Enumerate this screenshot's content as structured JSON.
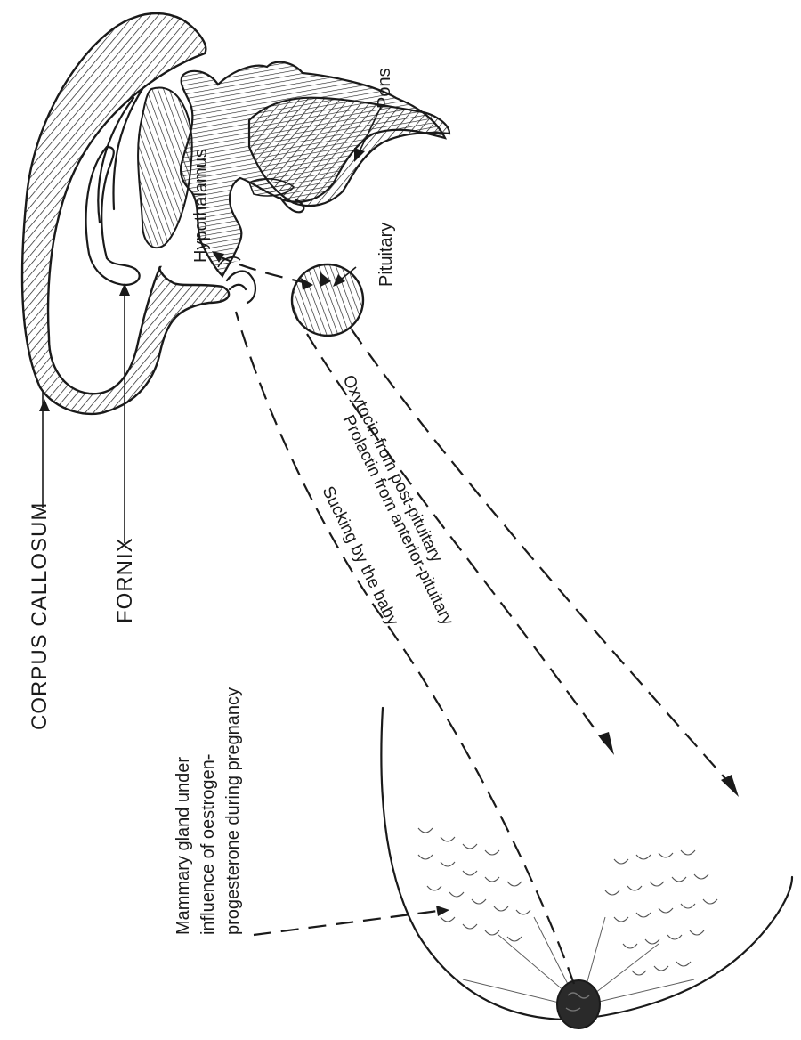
{
  "labels": {
    "corpus_callosum": "CORPUS CALLOSUM",
    "fornix": "FORNIX",
    "hypothalamus": "Hypothalamus",
    "pons": "Pons",
    "pituitary": "Pituitary",
    "oxytocin": "Oxytocin from post-pituitary",
    "prolactin": "Prolactin from anterior-pituitary",
    "sucking": "Sucking by the baby",
    "mammary_line1": "Mammary gland under",
    "mammary_line2": "influence of oestrogen-",
    "mammary_line3": "progesterone during pregnancy"
  },
  "colors": {
    "ink": "#1a1a1a",
    "paper": "#ffffff"
  }
}
